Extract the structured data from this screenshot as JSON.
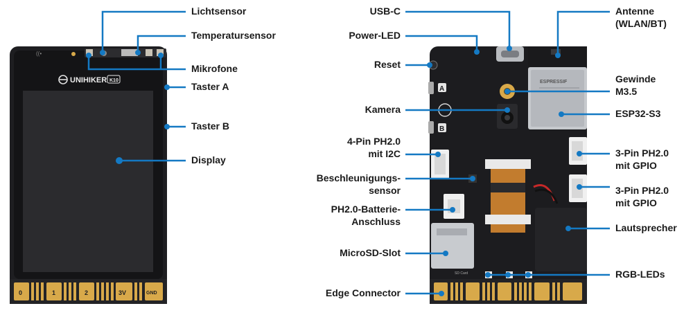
{
  "colors": {
    "accent": "#1479c3",
    "board": "#1c1c1f",
    "gold": "#d8a94a",
    "label_text": "#1a1a1a"
  },
  "front": {
    "brand": "UNIHIKER",
    "badge": "K10",
    "pins": [
      "0",
      "1",
      "2",
      "3V",
      "GND"
    ]
  },
  "back": {
    "button_a": "A",
    "button_b": "B",
    "chip_brand": "ESPRESSIF",
    "sd_label": "SD Card"
  },
  "labels": {
    "lichtsensor": "Lichtsensor",
    "temperatursensor": "Temperatursensor",
    "mikrofone": "Mikrofone",
    "taster_a": "Taster A",
    "taster_b": "Taster B",
    "display": "Display",
    "usb_c": "USB-C",
    "power_led": "Power-LED",
    "reset": "Reset",
    "kamera": "Kamera",
    "pin4_line1": "4-Pin PH2.0",
    "pin4_line2": "mit I2C",
    "beschl_line1": "Beschleunigungs-",
    "beschl_line2": "sensor",
    "batterie_line1": "PH2.0-Batterie-",
    "batterie_line2": "Anschluss",
    "microsd": "MicroSD-Slot",
    "edge": "Edge Connector",
    "antenne_line1": "Antenne",
    "antenne_line2": "(WLAN/BT)",
    "gewinde_line1": "Gewinde",
    "gewinde_line2": "M3.5",
    "esp32": "ESP32-S3",
    "gpio1_line1": "3-Pin PH2.0",
    "gpio1_line2": "mit GPIO",
    "gpio2_line1": "3-Pin PH2.0",
    "gpio2_line2": "mit GPIO",
    "lautsprecher": "Lautsprecher",
    "rgb_leds": "RGB-LEDs"
  }
}
